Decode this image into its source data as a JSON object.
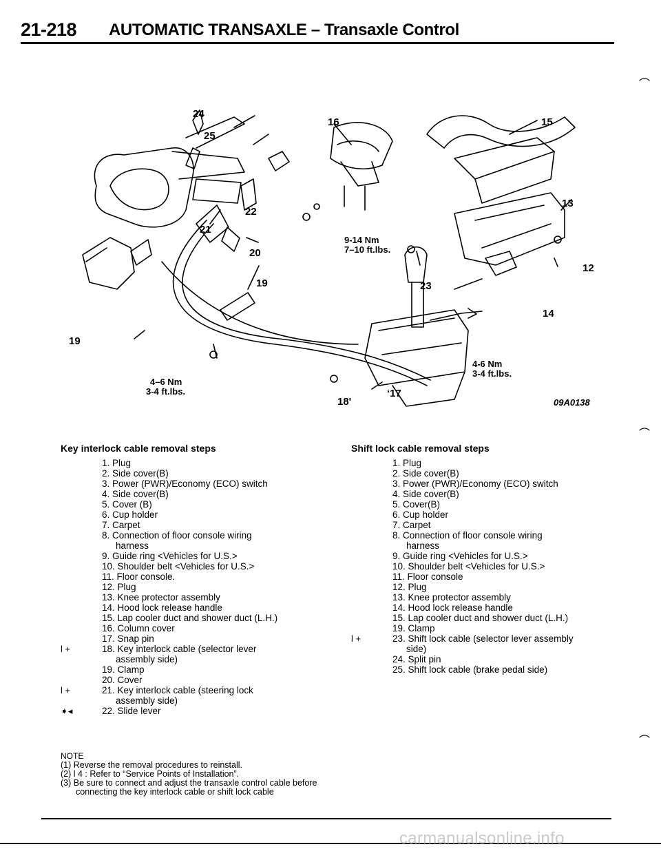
{
  "header": {
    "page_number": "21-218",
    "title": "AUTOMATIC TRANSAXLE – Transaxle Control"
  },
  "figure": {
    "code": "09A0138",
    "labels": {
      "n24": "24",
      "n25": "25",
      "n16": "16",
      "n15": "15",
      "n13": "13",
      "n22": "22",
      "n21": "21",
      "n20": "20",
      "n12": "12",
      "n19a": "19",
      "n19b": "19",
      "n23": "23",
      "n14": "14",
      "n18": "18'",
      "n17": "‘17"
    },
    "torques": {
      "t1_nm": "9-14 Nm",
      "t1_ft": "7–10 ft.lbs.",
      "t2_nm": "4–6 Nm",
      "t2_ft": "3-4 ft.lbs.",
      "t3_nm": "4-6 Nm",
      "t3_ft": "3-4 ft.lbs."
    }
  },
  "key_interlock": {
    "heading": "Key interlock cable removal steps",
    "steps": [
      {
        "mark": "",
        "text": "1. Plug"
      },
      {
        "mark": "",
        "text": "2. Side cover(B)"
      },
      {
        "mark": "",
        "text": "3. Power (PWR)/Economy (ECO) switch"
      },
      {
        "mark": "",
        "text": "4. Side cover(B)"
      },
      {
        "mark": "",
        "text": "5. Cover (B)"
      },
      {
        "mark": "",
        "text": "6. Cup holder"
      },
      {
        "mark": "",
        "text": "7. Carpet"
      },
      {
        "mark": "",
        "text": "8. Connection of floor console wiring",
        "sub": "harness"
      },
      {
        "mark": "",
        "text": "9. Guide ring <Vehicles for U.S.>"
      },
      {
        "mark": "",
        "text": "10. Shoulder belt <Vehicles for U.S.>"
      },
      {
        "mark": "",
        "text": "11. Floor console."
      },
      {
        "mark": "",
        "text": "12. Plug"
      },
      {
        "mark": "",
        "text": "13. Knee protector assembly"
      },
      {
        "mark": "",
        "text": "14. Hood lock release handle"
      },
      {
        "mark": "",
        "text": "15. Lap cooler duct and shower duct (L.H.)"
      },
      {
        "mark": "",
        "text": "16. Column cover"
      },
      {
        "mark": "",
        "text": "17. Snap pin"
      },
      {
        "mark": "l  + ",
        "text": "18. Key interlock cable (selector lever",
        "sub": "assembly side)"
      },
      {
        "mark": "",
        "text": "19. Clamp"
      },
      {
        "mark": "",
        "text": "20. Cover"
      },
      {
        "mark": "l  + ",
        "text": "21. Key interlock cable (steering lock",
        "sub": "assembly side)"
      },
      {
        "mark": "➧◂ ",
        "text": "22. Slide lever"
      }
    ]
  },
  "shift_lock": {
    "heading": "Shift lock cable removal steps",
    "steps": [
      {
        "mark": "",
        "text": "1. Plug"
      },
      {
        "mark": "",
        "text": "2. Side cover(B)"
      },
      {
        "mark": "",
        "text": "3. Power (PWR)/Economy (ECO) switch"
      },
      {
        "mark": "",
        "text": "4. Side cover(B)"
      },
      {
        "mark": "",
        "text": "5. Cover(B)"
      },
      {
        "mark": "",
        "text": "6. Cup holder"
      },
      {
        "mark": "",
        "text": "7. Carpet"
      },
      {
        "mark": "",
        "text": "8. Connection of floor console wiring",
        "sub": "harness"
      },
      {
        "mark": "",
        "text": "9. Guide ring <Vehicles for U.S.>"
      },
      {
        "mark": "",
        "text": "10. Shoulder belt <Vehicles for U.S.>"
      },
      {
        "mark": "",
        "text": "11. Floor console"
      },
      {
        "mark": "",
        "text": "12. Plug"
      },
      {
        "mark": "",
        "text": "13. Knee protector assembly"
      },
      {
        "mark": "",
        "text": "14. Hood lock release handle"
      },
      {
        "mark": "",
        "text": "15. Lap cooler duct and shower duct (L.H.)"
      },
      {
        "mark": "",
        "text": "19. Clamp"
      },
      {
        "mark": "l  + ",
        "text": "23. Shift lock cable (selector lever assembly",
        "sub": "side)"
      },
      {
        "mark": "",
        "text": "24. Split pin"
      },
      {
        "mark": "",
        "text": "25. Shift lock cable (brake pedal side)"
      }
    ]
  },
  "note": {
    "title": "NOTE",
    "items": [
      "(1) Reverse the removal procedures to reinstall.",
      "(2) l 4 : Refer to “Service Points of Installation”.",
      "(3) Be sure to connect and adjust the transaxle control cable before connecting the key interlock cable or shift lock cable"
    ]
  },
  "footer": {
    "watermark": "carmanualsonline.info"
  }
}
